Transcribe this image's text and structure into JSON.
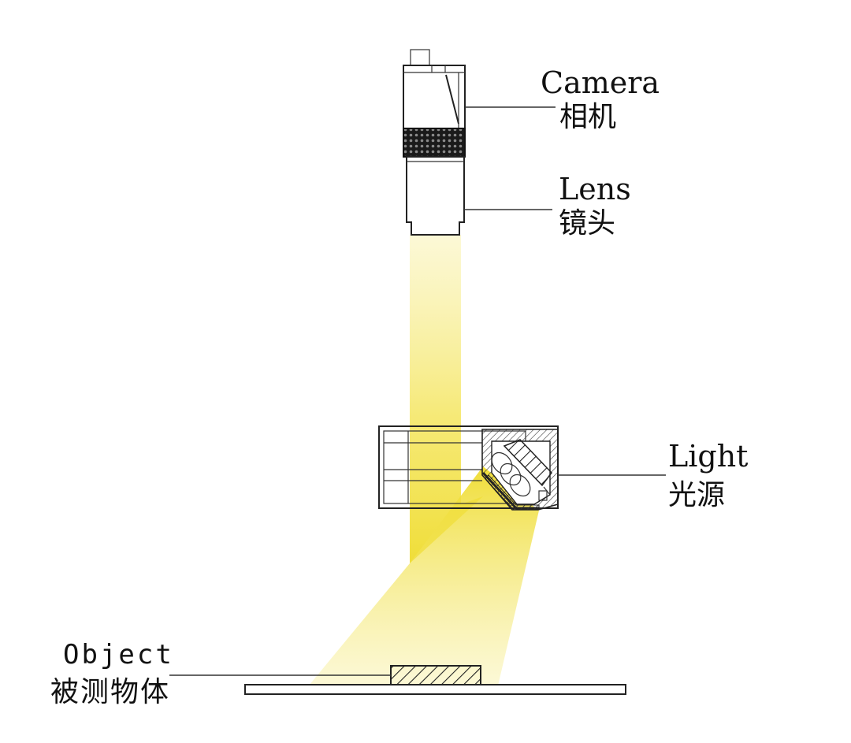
{
  "labels": {
    "camera_en": "Camera",
    "camera_zh": "相机",
    "lens_en": "Lens",
    "lens_zh": "镜头",
    "light_en": "Light",
    "light_zh": "光源",
    "object_en": "Object",
    "object_zh": "被测物体"
  },
  "colors": {
    "light_beam": "#f3e24a",
    "line": "#222222",
    "background": "#ffffff"
  }
}
